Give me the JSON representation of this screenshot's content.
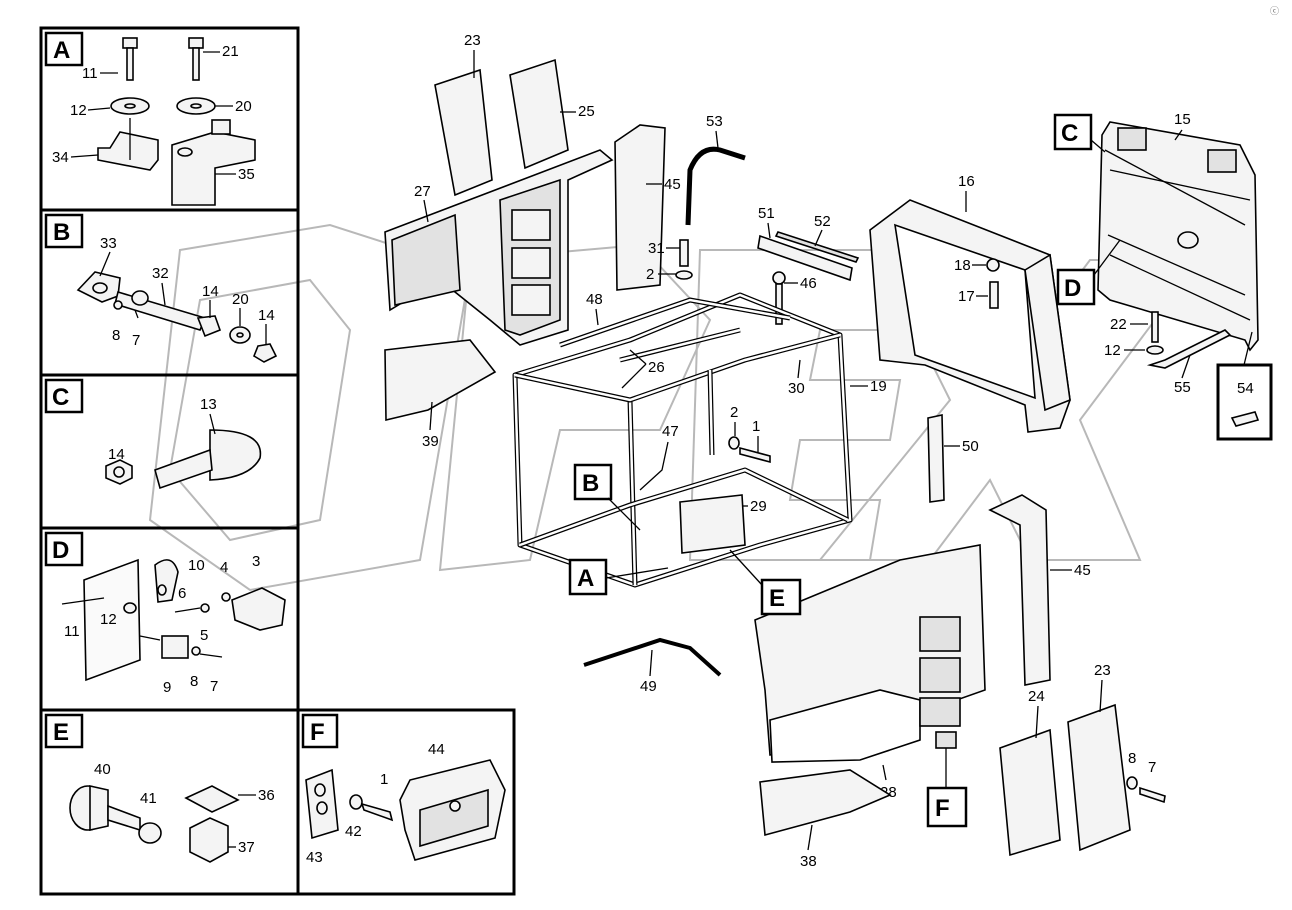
{
  "detail_panels": [
    {
      "key": "A",
      "label": "A",
      "parts": [
        "11",
        "12",
        "34",
        "21",
        "20",
        "35"
      ]
    },
    {
      "key": "B",
      "label": "B",
      "parts": [
        "33",
        "32",
        "14",
        "20",
        "14",
        "8",
        "7"
      ]
    },
    {
      "key": "C",
      "label": "C",
      "parts": [
        "13",
        "14"
      ]
    },
    {
      "key": "D",
      "label": "D",
      "parts": [
        "10",
        "4",
        "3",
        "6",
        "5",
        "11",
        "12",
        "9",
        "8",
        "7"
      ]
    },
    {
      "key": "E",
      "label": "E",
      "parts": [
        "40",
        "41",
        "36",
        "37"
      ]
    },
    {
      "key": "F",
      "label": "F",
      "parts": [
        "44",
        "1",
        "42",
        "43"
      ]
    }
  ],
  "main_parts": [
    "23",
    "25",
    "27",
    "45",
    "53",
    "51",
    "52",
    "16",
    "15",
    "31",
    "2",
    "46",
    "18",
    "17",
    "48",
    "26",
    "30",
    "19",
    "39",
    "47",
    "2",
    "1",
    "22",
    "12",
    "55",
    "54",
    "50",
    "29",
    "45",
    "49",
    "28",
    "38",
    "24",
    "23",
    "8",
    "7"
  ],
  "callout_labels": {
    "A": "A",
    "B": "B",
    "C": "C",
    "D": "D",
    "E": "E",
    "F": "F"
  },
  "watermark": "OPEX",
  "corner_mark": "ⓒ"
}
